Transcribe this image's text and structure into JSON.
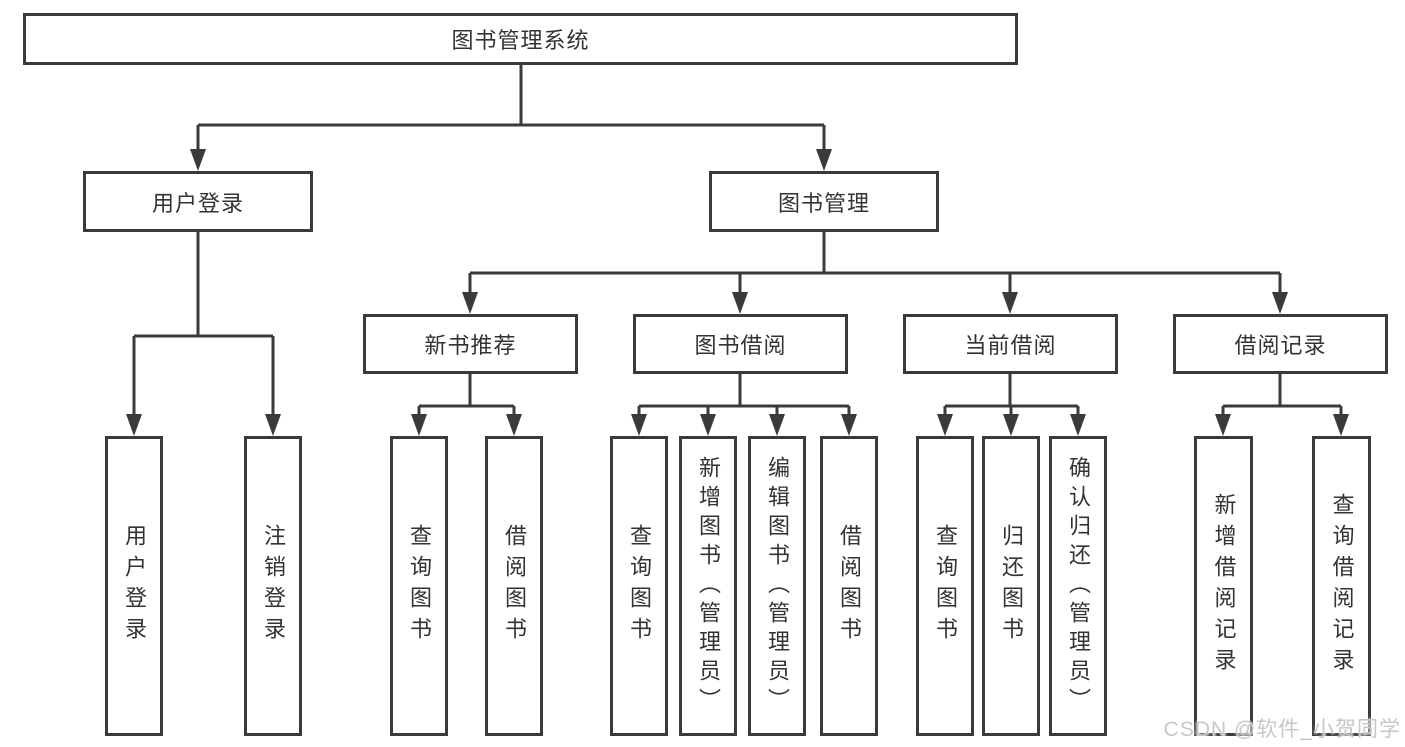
{
  "tree": {
    "root": {
      "label": "图书管理系统"
    },
    "branches": [
      {
        "label": "用户登录",
        "children": [
          {
            "label": "用户登录"
          },
          {
            "label": "注销登录"
          }
        ]
      },
      {
        "label": "图书管理",
        "children": [
          {
            "label": "新书推荐",
            "children": [
              {
                "label": "查询图书"
              },
              {
                "label": "借阅图书"
              }
            ]
          },
          {
            "label": "图书借阅",
            "children": [
              {
                "label": "查询图书"
              },
              {
                "label": "新增图书（管理员）"
              },
              {
                "label": "编辑图书（管理员）"
              },
              {
                "label": "借阅图书"
              }
            ]
          },
          {
            "label": "当前借阅",
            "children": [
              {
                "label": "查询图书"
              },
              {
                "label": "归还图书"
              },
              {
                "label": "确认归还（管理员）"
              }
            ]
          },
          {
            "label": "借阅记录",
            "children": [
              {
                "label": "新增借阅记录"
              },
              {
                "label": "查询借阅记录"
              }
            ]
          }
        ]
      }
    ]
  },
  "watermark": {
    "text": "CSDN @软件_小贺同学"
  },
  "colors": {
    "line": "#3a3a3a",
    "box_border": "#3a3a3a",
    "text": "#333333",
    "watermark": "#c7c7c7",
    "background": "#ffffff"
  }
}
